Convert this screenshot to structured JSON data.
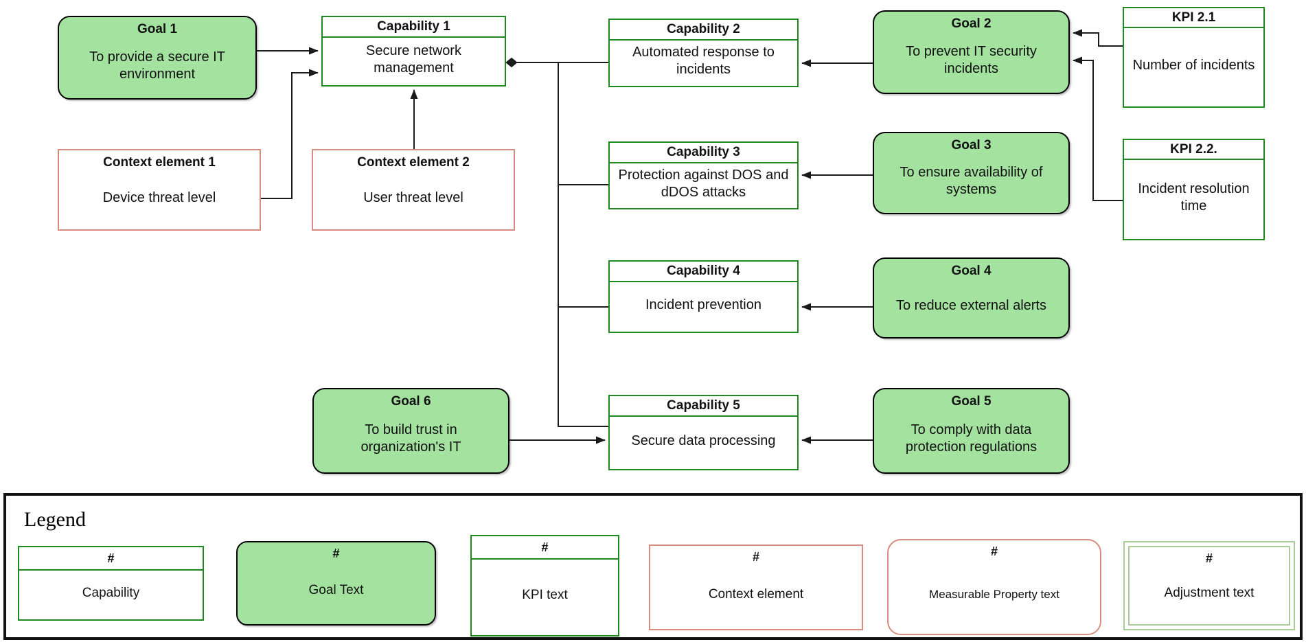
{
  "diagram": {
    "goals": [
      {
        "title": "Goal 1",
        "text": "To provide a secure IT environment"
      },
      {
        "title": "Goal 2",
        "text": "To prevent IT security incidents"
      },
      {
        "title": "Goal 3",
        "text": "To ensure availability of systems"
      },
      {
        "title": "Goal 4",
        "text": "To reduce external alerts"
      },
      {
        "title": "Goal 5",
        "text": "To comply with data protection regulations"
      },
      {
        "title": "Goal 6",
        "text": "To build trust in organization's IT"
      }
    ],
    "capabilities": [
      {
        "title": "Capability 1",
        "text": "Secure network management"
      },
      {
        "title": "Capability 2",
        "text": "Automated response to incidents"
      },
      {
        "title": "Capability 3",
        "text": "Protection against DOS and dDOS attacks"
      },
      {
        "title": "Capability 4",
        "text": "Incident prevention"
      },
      {
        "title": "Capability 5",
        "text": "Secure data processing"
      }
    ],
    "kpis": [
      {
        "title": "KPI 2.1",
        "text": "Number of incidents"
      },
      {
        "title": "KPI 2.2.",
        "text": "Incident resolution time"
      }
    ],
    "context_elements": [
      {
        "title": "Context element 1",
        "text": "Device threat level"
      },
      {
        "title": "Context element 2",
        "text": "User threat level"
      }
    ]
  },
  "legend": {
    "title": "Legend",
    "items": [
      {
        "symbol": "#",
        "label": "Capability"
      },
      {
        "symbol": "#",
        "label": "Goal Text"
      },
      {
        "symbol": "#",
        "label": "KPI text"
      },
      {
        "symbol": "#",
        "label": "Context element"
      },
      {
        "symbol": "#",
        "label": "Measurable Property text"
      },
      {
        "symbol": "#",
        "label": "Adjustment text"
      }
    ]
  },
  "colors": {
    "goal_fill": "#a4e2a0",
    "goal_border": "#000000",
    "capability_border": "#1e8a1e",
    "context_border": "#d98b80",
    "adjustment_border": "#a6ce96",
    "connector": "#1a1a1a"
  }
}
